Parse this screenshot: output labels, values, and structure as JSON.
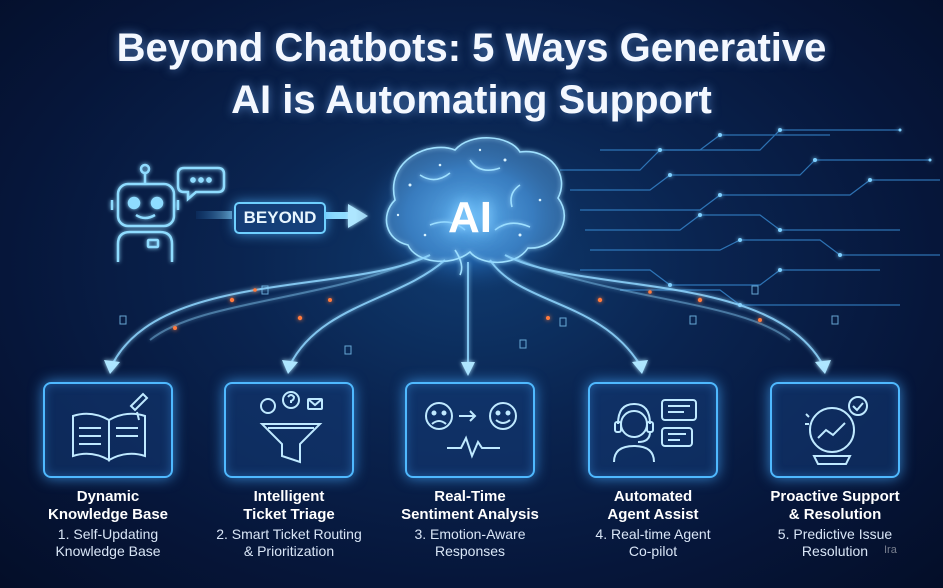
{
  "title": {
    "line1": "Beyond Chatbots: 5 Ways Generative",
    "line2": "AI is Automating Support"
  },
  "beyond_label": "BEYOND",
  "ai_label": "AI",
  "icons": {
    "chatbot": "robot-icon",
    "speech": "speech-bubble-icon",
    "brain": "brain-icon"
  },
  "colors": {
    "accent": "#4fb9ff",
    "background": "#0a2450",
    "spark": "#ff7a3c"
  },
  "cards": [
    {
      "head1": "Dynamic",
      "head2": "Knowledge Base",
      "sub1": "1. Self-Updating",
      "sub2": "Knowledge Base",
      "icon": "open-book-icon"
    },
    {
      "head1": "Intelligent",
      "head2": "Ticket Triage",
      "sub1": "2. Smart Ticket Routing",
      "sub2": "& Prioritization",
      "icon": "funnel-icon"
    },
    {
      "head1": "Real-Time",
      "head2": "Sentiment Analysis",
      "sub1": "3. Emotion-Aware",
      "sub2": "Responses",
      "icon": "sentiment-faces-icon"
    },
    {
      "head1": "Automated",
      "head2": "Agent Assist",
      "sub1": "4. Real-time Agent",
      "sub2": "Co-pilot",
      "icon": "headset-agent-icon"
    },
    {
      "head1": "Proactive Support",
      "head2": "& Resolution",
      "sub1": "5. Predictive Issue",
      "sub2": "Resolution",
      "icon": "crystal-ball-icon"
    }
  ],
  "watermark": "Ira"
}
